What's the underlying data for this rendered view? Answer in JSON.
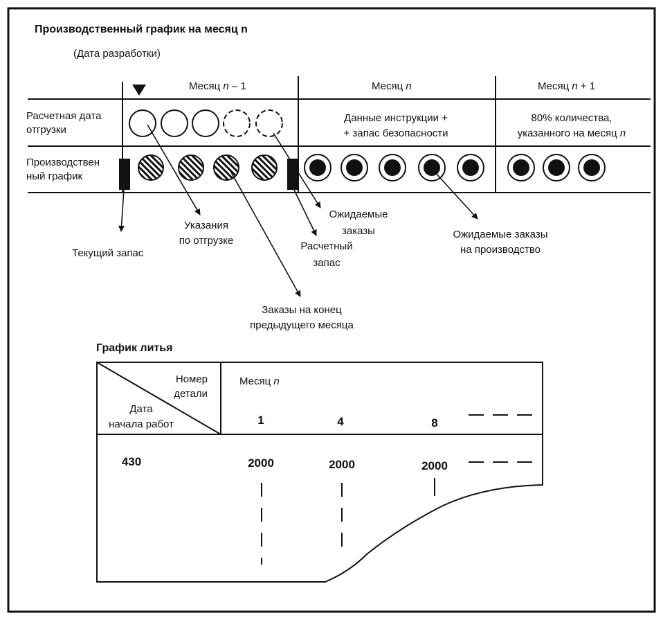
{
  "top": {
    "title": "Производственный график на месяц n",
    "subtitle": "(Дата разработки)",
    "months": {
      "prev_prefix": "Месяц ",
      "prev_var": "n",
      "prev_suffix": " – 1",
      "cur_prefix": "Месяц ",
      "cur_var": "n",
      "next_prefix": "Месяц ",
      "next_var": "n",
      "next_suffix": " + 1"
    },
    "rows": {
      "ship_line1": "Расчетная дата",
      "ship_line2": "отгрузки",
      "prod_line1": "Производствен",
      "prod_line2": "ный график"
    },
    "cur_month_text": {
      "line1": "Данные инструкции +",
      "line2": "+ запас безопасности"
    },
    "next_month_text": {
      "line1": "80% количества,",
      "line2_prefix": "указанного на месяц ",
      "line2_var": "n"
    },
    "callouts": {
      "current_stock": "Текущий запас",
      "ship_instr_1": "Указания",
      "ship_instr_2": "по отгрузке",
      "expected_1": "Ожидаемые",
      "expected_2": "заказы",
      "safety_1": "Расчетный",
      "safety_2": "запас",
      "exp_prod_1": "Ожидаемые заказы",
      "exp_prod_2": "на производство",
      "prev_orders_1": "Заказы на конец",
      "prev_orders_2": "предыдущего месяца"
    }
  },
  "casting": {
    "title": "График литья",
    "header_part_1": "Номер",
    "header_part_2": "детали",
    "header_date_1": "Дата",
    "header_date_2": "начала работ",
    "month_prefix": "Месяц ",
    "month_var": "n",
    "parts": [
      "1",
      "4",
      "8"
    ],
    "date": "430",
    "quantities": [
      "2000",
      "2000",
      "2000"
    ]
  }
}
